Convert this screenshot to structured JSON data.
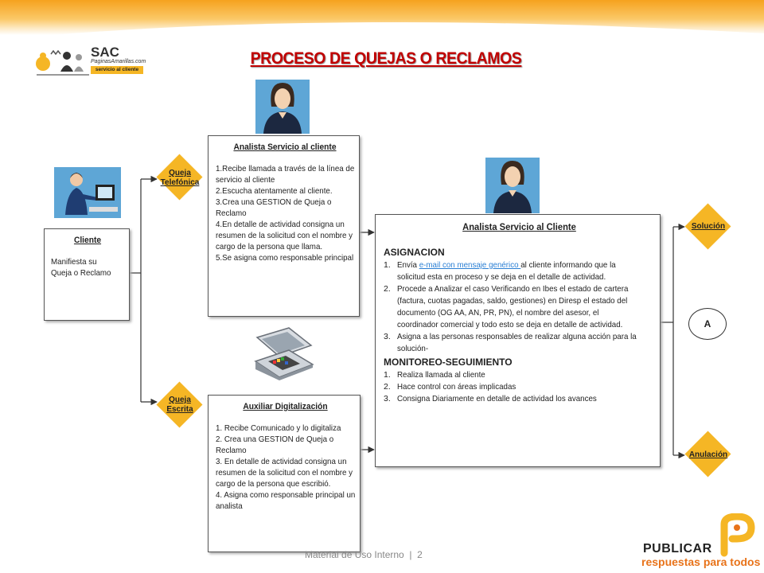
{
  "title": "PROCESO DE QUEJAS O RECLAMOS",
  "logo": {
    "brand": "SAC",
    "site": "PaginasAmarillas.com",
    "tagline": "servicio al cliente"
  },
  "cliente": {
    "title": "Cliente",
    "text": "Manifiesta su Queja o Reclamo"
  },
  "queja_telefonica": "Queja Telefónica",
  "queja_escrita": "Queja Escrita",
  "analista1": {
    "title": "Analista Servicio al cliente",
    "items": [
      "1.Recibe llamada a través de la línea de servicio al cliente",
      "2.Escucha atentamente al cliente.",
      "3.Crea una GESTION de Queja o Reclamo",
      "4.En detalle de actividad consigna un resumen de la solicitud con el nombre y cargo de la persona que llama.",
      "5.Se asigna como responsable principal"
    ]
  },
  "auxiliar": {
    "title": "Auxiliar Digitalización",
    "items": [
      "1. Recibe Comunicado y lo digitaliza",
      "2. Crea una GESTION de Queja o Reclamo",
      "3. En detalle de actividad consigna un resumen de la solicitud con el nombre y cargo de la persona que escribió.",
      "4. Asigna como responsable principal un analista"
    ]
  },
  "analista2": {
    "title": "Analista Servicio al Cliente",
    "section1": "ASIGNACION",
    "asignacion": [
      {
        "num": "1.",
        "pre": "Envía ",
        "link": "e-mail con mensaje genérico ",
        "post": "al cliente informando que la solicitud esta en proceso y se deja en el detalle de actividad."
      },
      {
        "num": "2.",
        "text": "Procede a Analizar el caso Verificando en Ibes el estado de cartera (factura, cuotas pagadas, saldo, gestiones) en Diresp el estado del documento (OG AA, AN, PR, PN), el nombre del asesor, el coordinador comercial y todo esto se deja en detalle de actividad."
      },
      {
        "num": "3.",
        "text": "Asigna a las personas responsables de realizar alguna acción para la solución-"
      }
    ],
    "section2": "MONITOREO-SEGUIMIENTO",
    "monitoreo": [
      {
        "num": "1.",
        "text": "Realiza llamada al cliente"
      },
      {
        "num": "2.",
        "text": "Hace control con áreas implicadas"
      },
      {
        "num": "3.",
        "text": "Consigna Diariamente en detalle de actividad los avances"
      }
    ]
  },
  "solucion": "Solución",
  "anulacion": "Anulación",
  "connector": "A",
  "footer": "Material de Uso Interno  |  2",
  "publicar": {
    "name": "PUBLICAR",
    "tagline": "respuestas para todos"
  },
  "colors": {
    "title": "#c00000",
    "diamond": "#f5b625",
    "accent": "#f6a21e",
    "publicar_tagline": "#e8731a"
  }
}
